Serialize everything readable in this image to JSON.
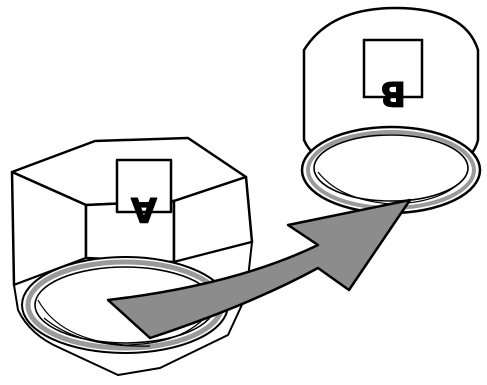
{
  "diagram": {
    "part_a": {
      "label": "A",
      "shape": "hex-nut"
    },
    "part_b": {
      "label": "B",
      "shape": "cylindrical-cap"
    },
    "arrow": {
      "from": "part_a",
      "to": "part_b",
      "fill_color": "#8c8c8c"
    },
    "colors": {
      "stroke": "#000000",
      "background": "#ffffff",
      "ring_gray": "#9a9a9a",
      "arrow": "#8c8c8c"
    }
  }
}
